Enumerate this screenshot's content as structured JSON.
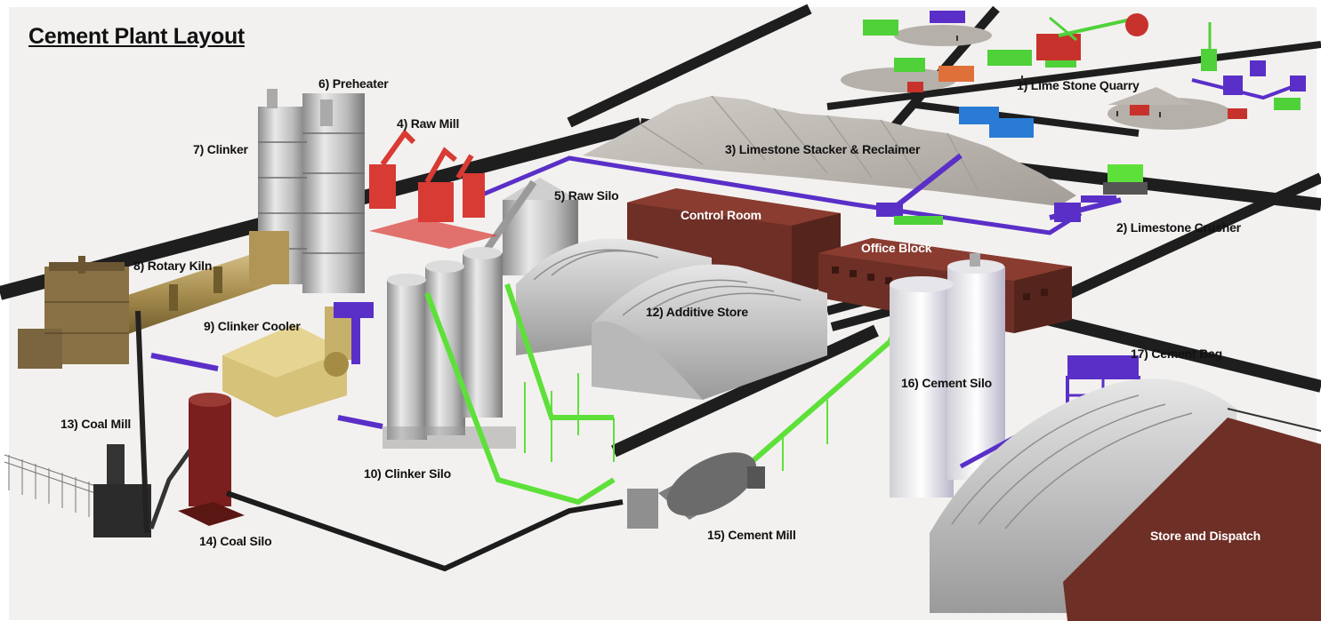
{
  "title": "Cement Plant Layout",
  "labels": {
    "lime_stone_quarry": "1)    Lime Stone Quarry",
    "limestone_crusher": "2) Limestone Crusher",
    "stacker_reclaimer": "3) Limestone Stacker & Reclaimer",
    "raw_mill": "4) Raw Mill",
    "raw_silo": "5) Raw Silo",
    "preheater": "6) Preheater",
    "clinker": "7) Clinker",
    "rotary_kiln": "8) Rotary Kiln",
    "clinker_cooler": "9) Clinker Cooler",
    "clinker_silo": "10) Clinker Silo",
    "additive_store": "12) Additive Store",
    "coal_mill": "13) Coal Mill",
    "coal_silo": "14) Coal Silo",
    "cement_mill": "15) Cement Mill",
    "cement_silo": "16) Cement Silo",
    "cement_bag": "17) Cement Bag",
    "control_room": "Control Room",
    "office_block": "Office Block",
    "store_dispatch": "Store and Dispatch"
  },
  "colors": {
    "ground": "#f2f0ee",
    "road": "#1e1e1e",
    "conveyor_purple": "#5a2fc8",
    "conveyor_green": "#5ee03a",
    "raw_mill_red": "#d83a34",
    "brick": "#6e2f26",
    "steel": "#c9c9c9",
    "gold": "#b49a55",
    "stockpile": "#b8b3ad"
  }
}
